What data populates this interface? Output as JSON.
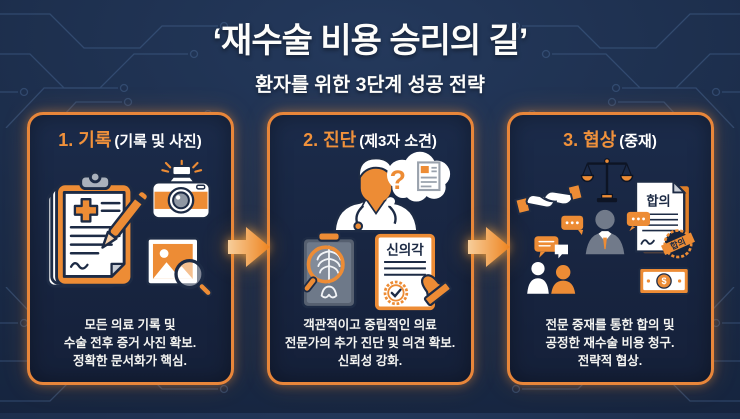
{
  "header": {
    "title": "‘재수술 비용 승리의 길’",
    "subtitle": "환자를 위한 3단계 성공 전략"
  },
  "steps": [
    {
      "label": "1. 기록",
      "note": "(기록 및 사진)",
      "desc1": "모든 의료 기록 및",
      "desc2": "수술 전후 증거 사진 확보.",
      "desc3": "정확한 문서화가 핵심."
    },
    {
      "label": "2. 진단",
      "note": "(제3자 소견)",
      "question_mark": "?",
      "doc_label": "신의각",
      "desc1": "객관적이고 중립적인 의료",
      "desc2": "전문가의 추가 진단 및 의견 확보.",
      "desc3": "신뢰성 강화."
    },
    {
      "label": "3. 협상",
      "note": "(중재)",
      "doc_label": "합의",
      "stamp_label": "합의",
      "money_symbol": "$",
      "desc1": "전문 중재를 통한 합의 및",
      "desc2": "공정한 재수술 비용 청구.",
      "desc3": "전략적 협상."
    }
  ],
  "colors": {
    "accent_orange": "#ED8C35",
    "border_orange": "#E8863A",
    "background_navy": "#1B2C49",
    "card_navy": "#16243D",
    "outline_navy": "#1D2B45",
    "circuit_line": "#46648F",
    "text_white": "#FFFFFF"
  }
}
